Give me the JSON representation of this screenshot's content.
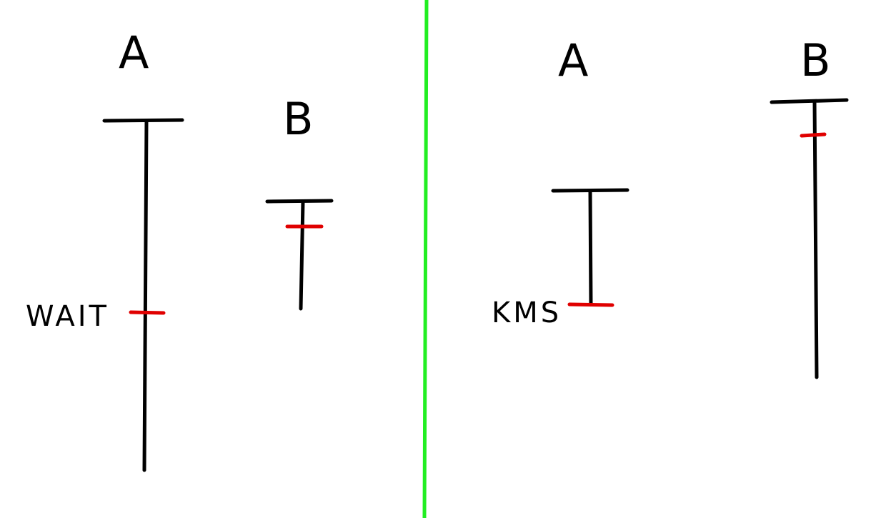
{
  "panels": [
    {
      "bars": [
        {
          "label": "A",
          "marker_label": "WAIT"
        },
        {
          "label": "B",
          "marker_label": ""
        }
      ]
    },
    {
      "bars": [
        {
          "label": "A",
          "marker_label": "KMS"
        },
        {
          "label": "B",
          "marker_label": ""
        }
      ]
    }
  ],
  "colors": {
    "ink": "#000000",
    "marker": "#e00000",
    "divider": "#22ee22",
    "background": "#ffffff"
  }
}
